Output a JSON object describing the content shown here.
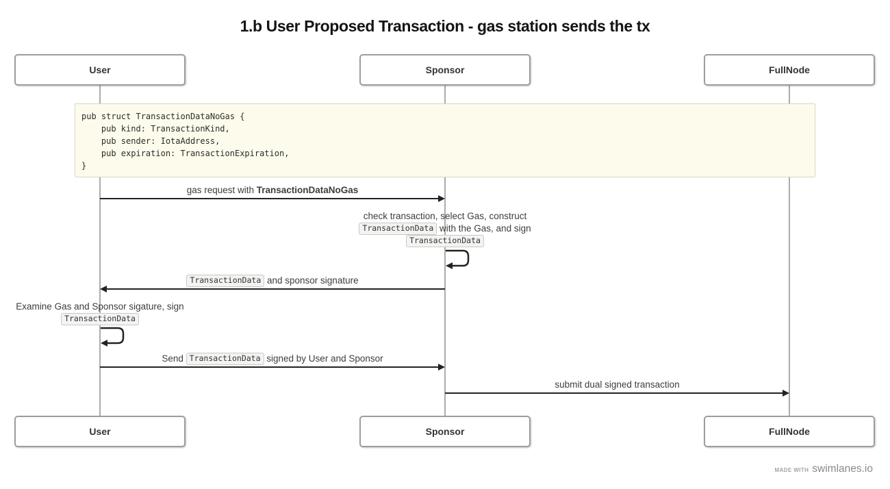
{
  "title": "1.b User Proposed Transaction - gas station sends the tx",
  "actors": {
    "user": "User",
    "sponsor": "Sponsor",
    "fullnode": "FullNode"
  },
  "note": {
    "lines": [
      "pub struct TransactionDataNoGas {",
      "    pub kind: TransactionKind,",
      "    pub sender: IotaAddress,",
      "    pub expiration: TransactionExpiration,",
      "}"
    ]
  },
  "messages": {
    "gas_request": {
      "prefix": "gas request with ",
      "bold": "TransactionDataNoGas"
    },
    "sponsor_self": {
      "line1": "check transaction, select Gas, construct",
      "line2_code": "TransactionData",
      "line2_rest": " with the Gas, and sign",
      "line3_code": "TransactionData"
    },
    "sponsor_reply": {
      "code": "TransactionData",
      "rest": " and sponsor signature"
    },
    "user_self": {
      "line1": "Examine Gas and Sponsor sigature, sign",
      "line2_code": "TransactionData"
    },
    "send_signed": {
      "prefix": "Send ",
      "code": "TransactionData",
      "suffix": " signed by User and Sponsor"
    },
    "submit": {
      "text": "submit dual signed transaction"
    }
  },
  "footer": {
    "made_with": "made with",
    "brand": "swimlanes.io"
  },
  "colors": {
    "note_bg": "#fdfcec",
    "note_border": "#d9d7c3",
    "arrow": "#222222",
    "lifeline": "#ababab",
    "chip_bg": "#f3f3f1",
    "chip_border": "#c8c8c3",
    "actor_border": "#9d9d9d"
  }
}
